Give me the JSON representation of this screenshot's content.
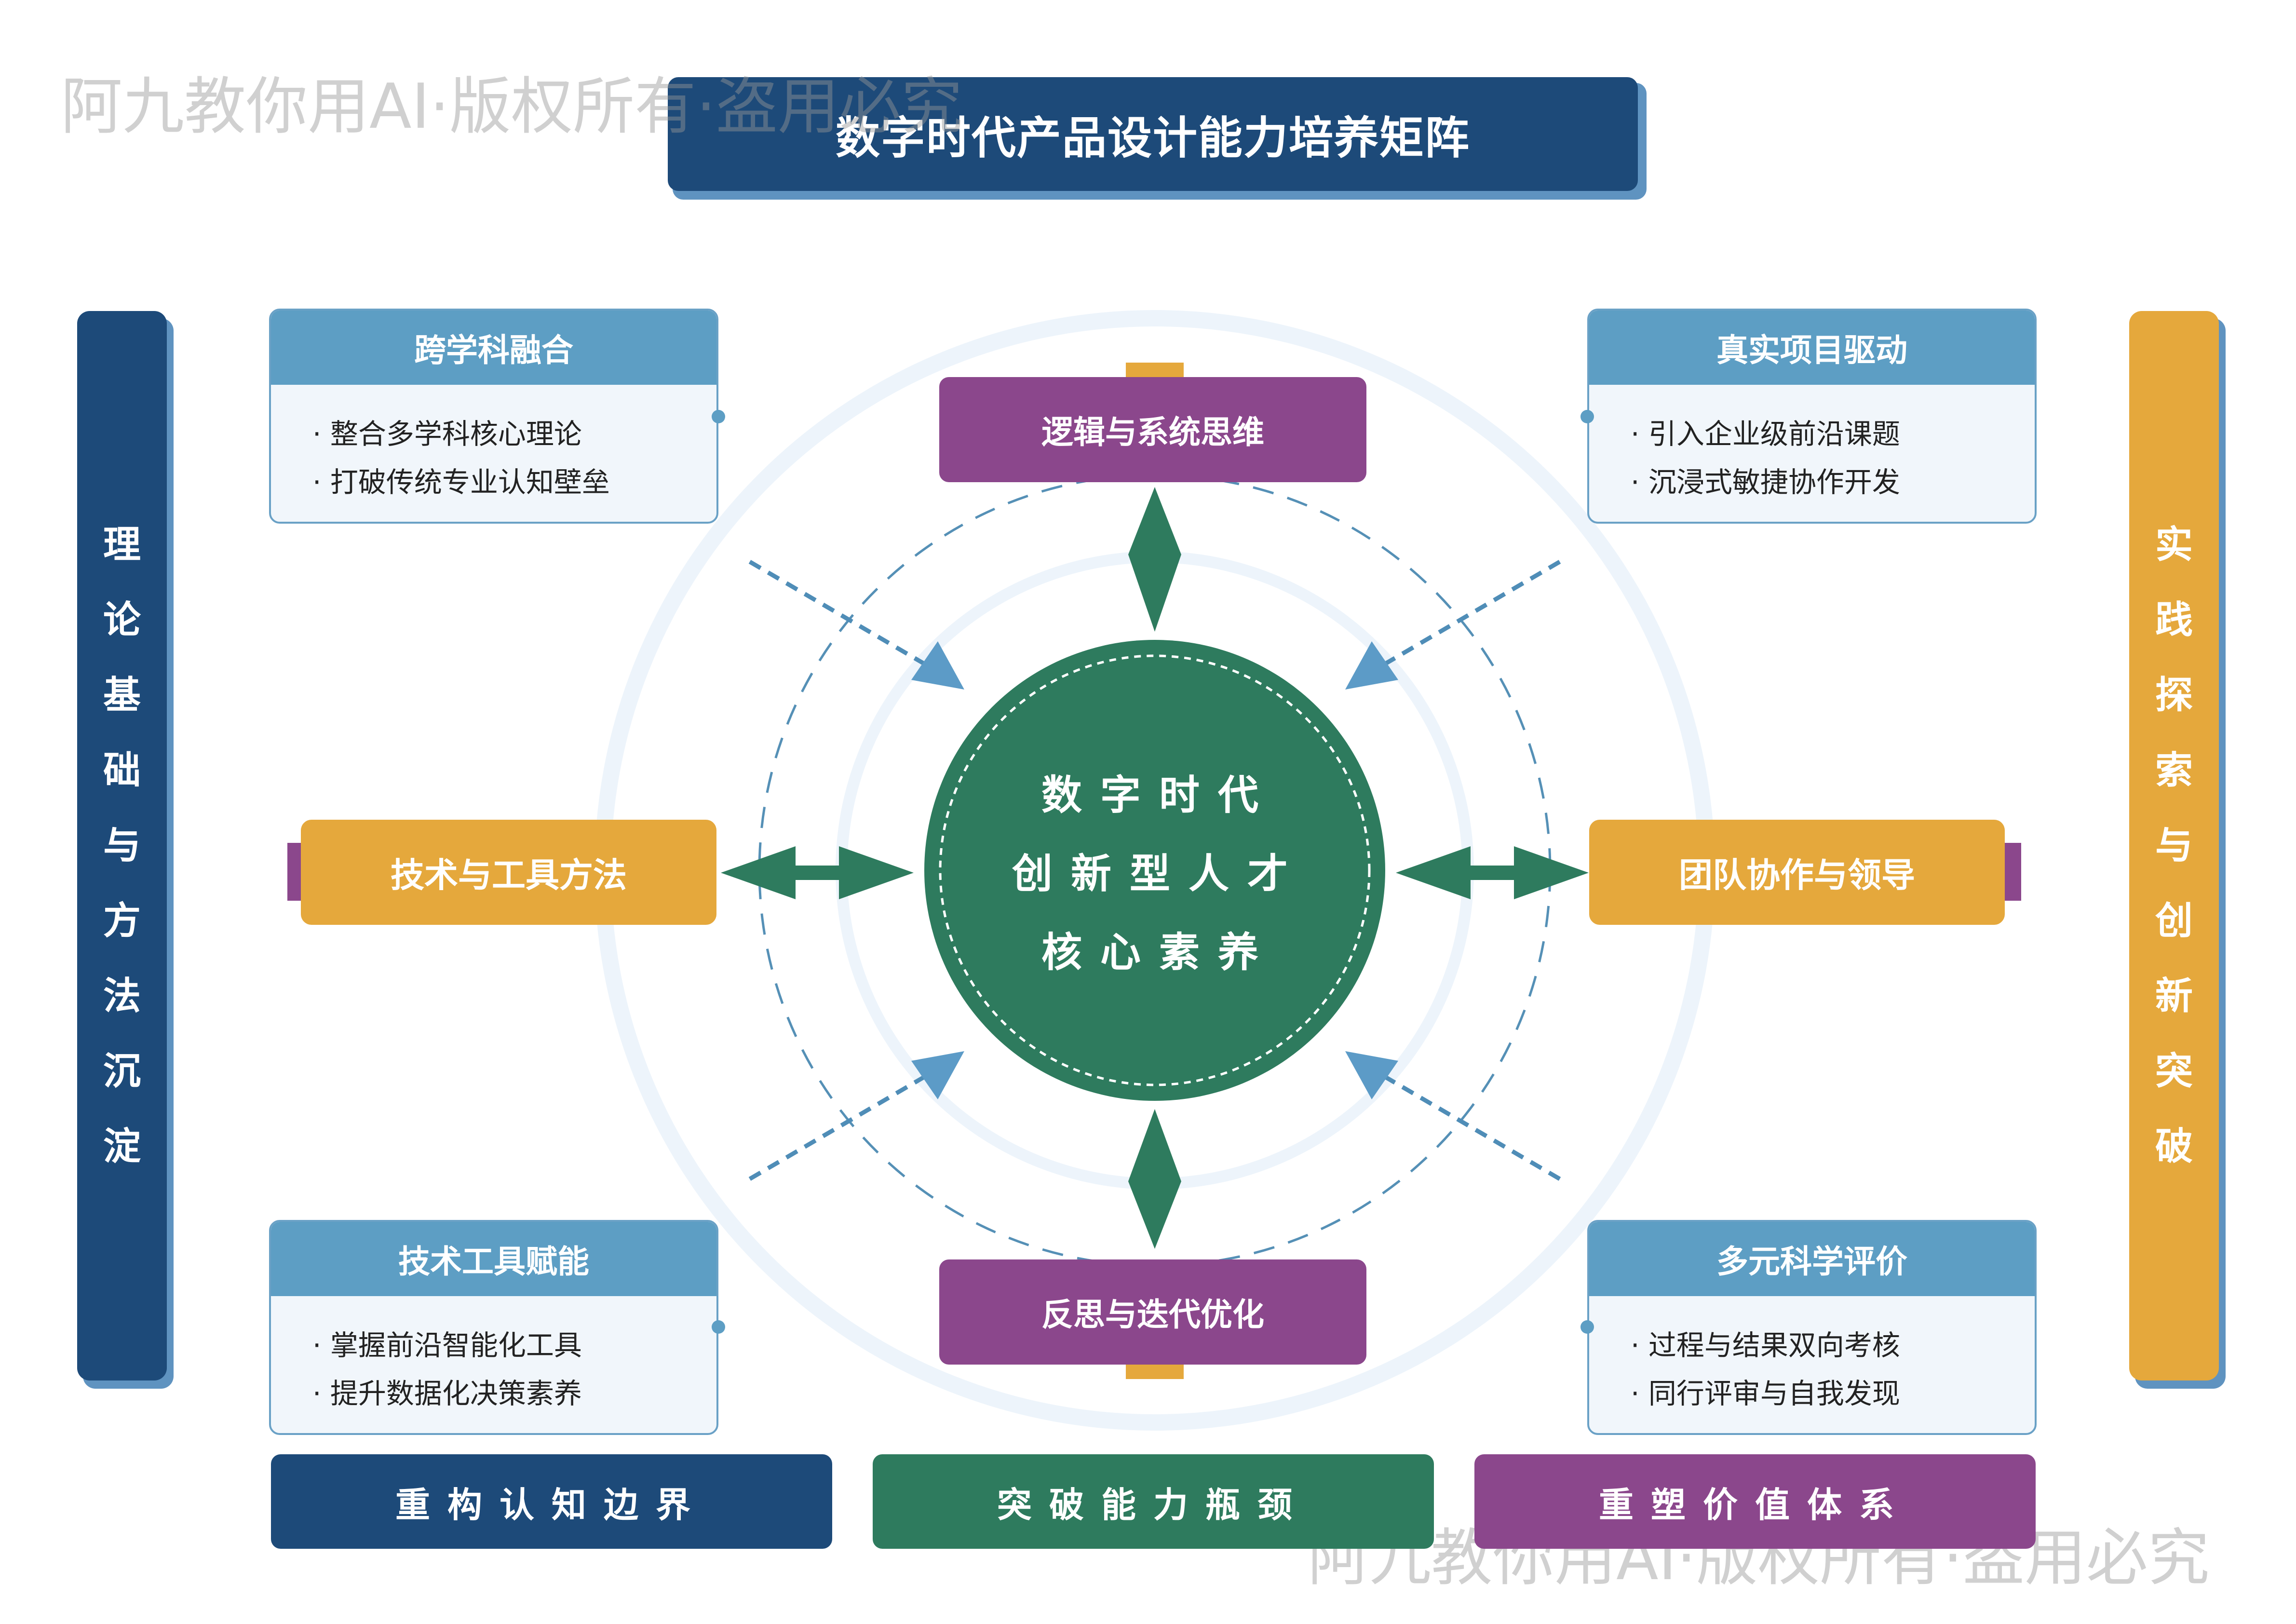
{
  "title": "数字时代产品设计能力培养矩阵",
  "watermark": "阿九教你用AI·版权所有·盗用必究",
  "left_bar": [
    "理",
    "论",
    "基",
    "础",
    "与",
    "方",
    "法",
    "沉",
    "淀"
  ],
  "right_bar": [
    "实",
    "践",
    "探",
    "索",
    "与",
    "创",
    "新",
    "突",
    "破"
  ],
  "cards": {
    "top_left": {
      "title": "跨学科融合",
      "items": [
        "· 整合多学科核心理论",
        "· 打破传统专业认知壁垒"
      ]
    },
    "top_right": {
      "title": "真实项目驱动",
      "items": [
        "· 引入企业级前沿课题",
        "· 沉浸式敏捷协作开发"
      ]
    },
    "bottom_left": {
      "title": "技术工具赋能",
      "items": [
        "· 掌握前沿智能化工具",
        "· 提升数据化决策素养"
      ]
    },
    "bottom_right": {
      "title": "多元科学评价",
      "items": [
        "· 过程与结果双向考核",
        "· 同行评审与自我发现"
      ]
    }
  },
  "purple_top": "逻辑与系统思维",
  "purple_bottom": "反思与迭代优化",
  "orange_left": "技术与工具方法",
  "orange_right": "团队协作与领导",
  "center": [
    "数字时代",
    "创新型人才",
    "核心素养"
  ],
  "bottom_bars": [
    "重构认知边界",
    "突破能力瓶颈",
    "重塑价值体系"
  ],
  "colors": {
    "navy": "#1d4a79",
    "green": "#2e7b5e",
    "purple": "#8b478c",
    "orange": "#e5a83c",
    "steel_blue": "#5d9ec4",
    "dashed_blue": "#5590b6"
  }
}
